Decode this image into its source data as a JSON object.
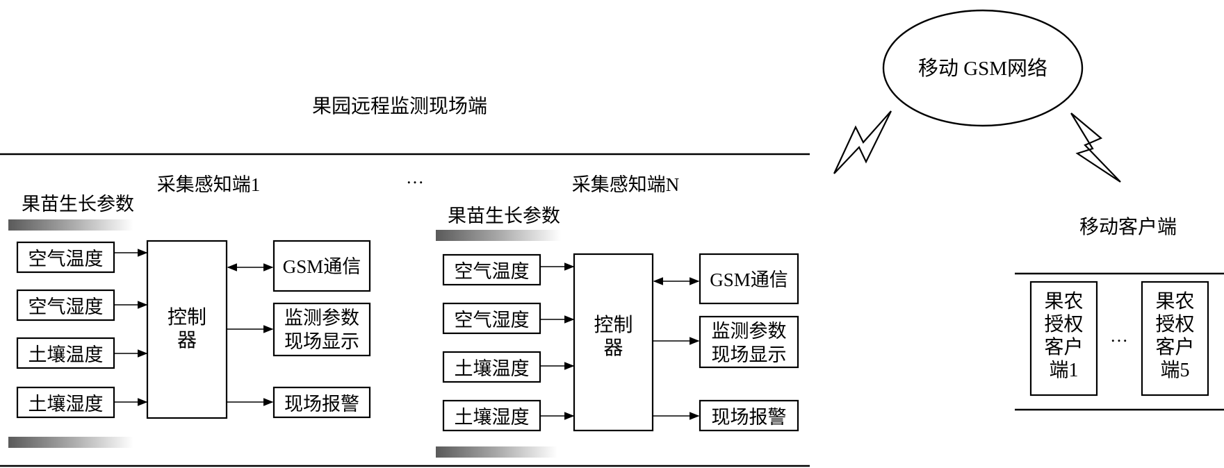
{
  "site": {
    "title": "果园远程监测现场端"
  },
  "network": {
    "label": "移动 GSM网络"
  },
  "mobile": {
    "title": "移动客户端",
    "client1": [
      "果农",
      "授权",
      "客户",
      "端1"
    ],
    "client5": [
      "果农",
      "授权",
      "客户",
      "端5"
    ],
    "ellipsis": "…"
  },
  "units": [
    {
      "name": "采集感知端1",
      "param_title": "果苗生长参数",
      "sensors": [
        "空气温度",
        "空气湿度",
        "土壤温度",
        "土壤湿度"
      ],
      "controller": [
        "控制",
        "器"
      ],
      "outputs": {
        "gsm": "GSM通信",
        "display": [
          "监测参数",
          "现场显示"
        ],
        "alarm": "现场报警"
      }
    },
    {
      "name": "采集感知端N",
      "param_title": "果苗生长参数",
      "sensors": [
        "空气温度",
        "空气湿度",
        "土壤温度",
        "土壤湿度"
      ],
      "controller": [
        "控制",
        "器"
      ],
      "outputs": {
        "gsm": "GSM通信",
        "display": [
          "监测参数",
          "现场显示"
        ],
        "alarm": "现场报警"
      }
    }
  ],
  "units_ellipsis": "…"
}
